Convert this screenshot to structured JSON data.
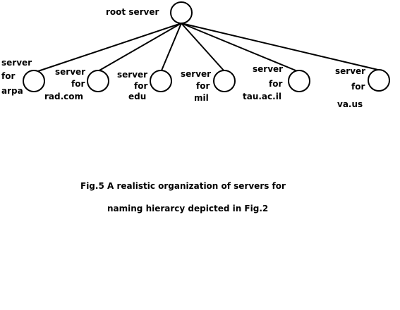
{
  "root": {
    "label": "root server"
  },
  "children": [
    {
      "line1": "server",
      "line2": "for",
      "line3": "arpa"
    },
    {
      "line1": "server",
      "line2": "for",
      "line3": "rad.com"
    },
    {
      "line1": "server",
      "line2": "for",
      "line3": "edu"
    },
    {
      "line1": "server",
      "line2": "for",
      "line3": "mil"
    },
    {
      "line1": "server",
      "line2": "for",
      "line3": "tau.ac.il"
    },
    {
      "line1": "server",
      "line2": "for",
      "line3": "va.us"
    }
  ],
  "caption": {
    "line1": "Fig.5 A realistic organization of servers for",
    "line2": "naming hierarcy depicted in Fig.2"
  }
}
